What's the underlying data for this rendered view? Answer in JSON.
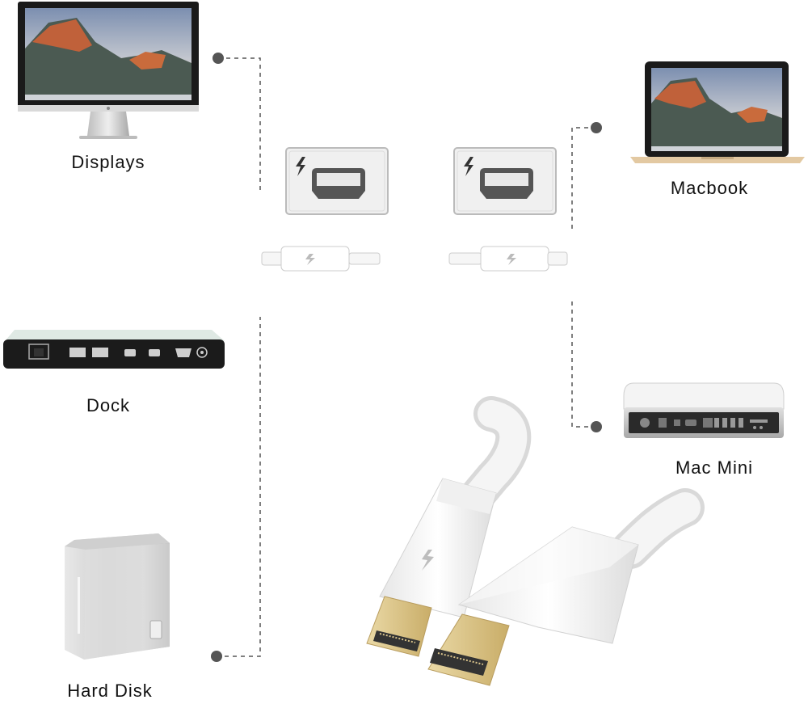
{
  "devices": {
    "displays": {
      "label": "Displays",
      "icon": "display-icon"
    },
    "macbook": {
      "label": "Macbook",
      "icon": "laptop-icon"
    },
    "dock": {
      "label": "Dock",
      "icon": "dock-icon"
    },
    "mac_mini": {
      "label": "Mac Mini",
      "icon": "mac-mini-icon"
    },
    "hard_disk": {
      "label": "Hard Disk",
      "icon": "hard-disk-icon"
    }
  },
  "connectors": {
    "icon": "thunderbolt-icon"
  },
  "colors": {
    "line": "#555555",
    "dot": "#555555",
    "cable": "#f2f2f2",
    "metal": "#c9c9c9",
    "gold": "#d8c28a"
  }
}
